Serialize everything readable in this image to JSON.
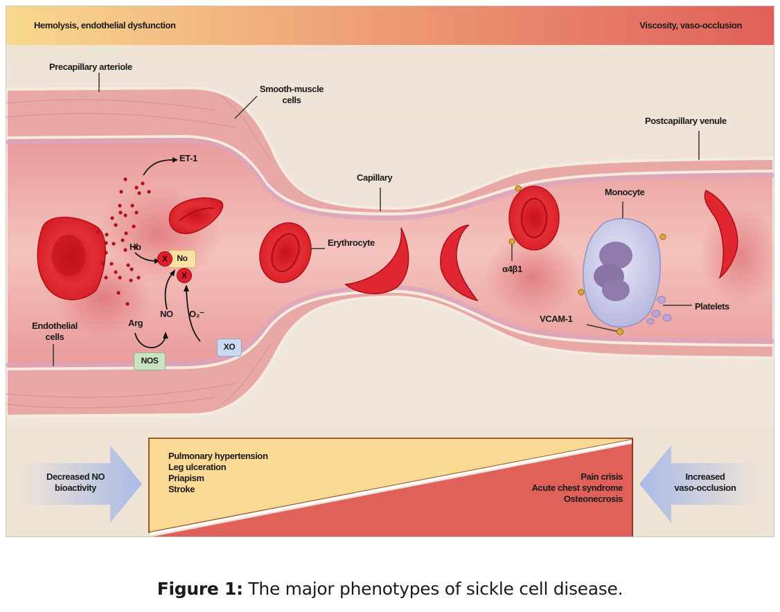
{
  "figure": {
    "header": {
      "left_label": "Hemolysis, endothelial dysfunction",
      "right_label": "Viscosity, vaso-occlusion",
      "gradient_start": "#f8d98e",
      "gradient_end": "#e0605a"
    },
    "vessel_labels": {
      "precapillary_arteriole": "Precapillary arteriole",
      "smooth_muscle_line1": "Smooth-muscle",
      "smooth_muscle_line2": "cells",
      "postcapillary_venule": "Postcapillary venule",
      "capillary": "Capillary",
      "endothelial_line1": "Endothelial",
      "endothelial_line2": "cells"
    },
    "cell_labels": {
      "erythrocyte": "Erythrocyte",
      "monocyte": "Monocyte",
      "platelets": "Platelets",
      "vcam1": "VCAM-1",
      "alpha4beta1": "α4β1"
    },
    "pathway": {
      "et1": "ET-1",
      "hb": "Hb",
      "no_box": "No",
      "no": "NO",
      "arg": "Arg",
      "o2": "O₂⁻",
      "nos": "NOS",
      "xo": "XO",
      "block_mark": "X"
    },
    "phenotypes": {
      "left_arrow_line1": "Decreased NO",
      "left_arrow_line2": "bioactivity",
      "right_arrow_line1": "Increased",
      "right_arrow_line2": "vaso-occlusion",
      "hemolysis_list": [
        "Pulmonary hypertension",
        "Leg ulceration",
        "Priapism",
        "Stroke"
      ],
      "vasoocclusion_list": [
        "Pain crisis",
        "Acute chest syndrome",
        "Osteonecrosis"
      ],
      "hemolysis_color": "#fad995",
      "vasoocclusion_color": "#e0605a",
      "arrow_color": "#a9bbe6"
    }
  },
  "caption": {
    "prefix": "Figure 1:",
    "text": " The major phenotypes of sickle cell disease."
  }
}
